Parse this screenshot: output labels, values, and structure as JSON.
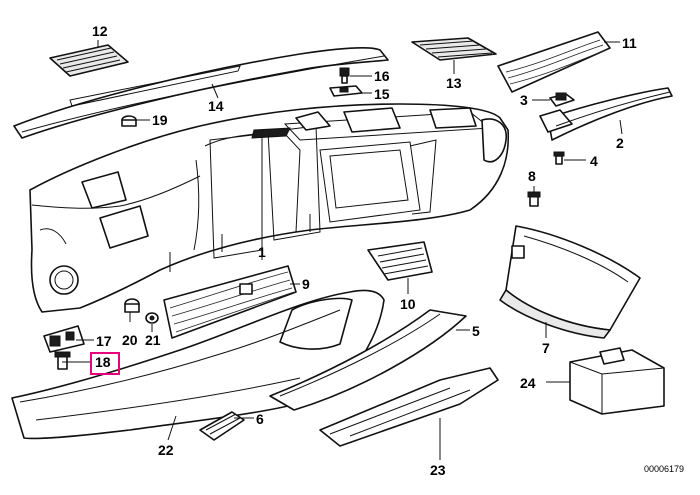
{
  "callouts": [
    {
      "id": "1",
      "label": "1"
    },
    {
      "id": "2",
      "label": "2"
    },
    {
      "id": "3",
      "label": "3"
    },
    {
      "id": "4",
      "label": "4"
    },
    {
      "id": "5",
      "label": "5"
    },
    {
      "id": "6",
      "label": "6"
    },
    {
      "id": "7",
      "label": "7"
    },
    {
      "id": "8",
      "label": "8"
    },
    {
      "id": "9",
      "label": "9"
    },
    {
      "id": "10",
      "label": "10"
    },
    {
      "id": "11",
      "label": "11"
    },
    {
      "id": "12",
      "label": "12"
    },
    {
      "id": "13",
      "label": "13"
    },
    {
      "id": "14",
      "label": "14"
    },
    {
      "id": "15",
      "label": "15"
    },
    {
      "id": "16",
      "label": "16"
    },
    {
      "id": "17",
      "label": "17"
    },
    {
      "id": "18",
      "label": "18"
    },
    {
      "id": "19",
      "label": "19"
    },
    {
      "id": "20",
      "label": "20"
    },
    {
      "id": "21",
      "label": "21"
    },
    {
      "id": "22",
      "label": "22"
    },
    {
      "id": "23",
      "label": "23"
    },
    {
      "id": "24",
      "label": "24"
    }
  ],
  "highlighted_callout": "18",
  "highlight_color": "#e6007e",
  "document_number": "00006179"
}
